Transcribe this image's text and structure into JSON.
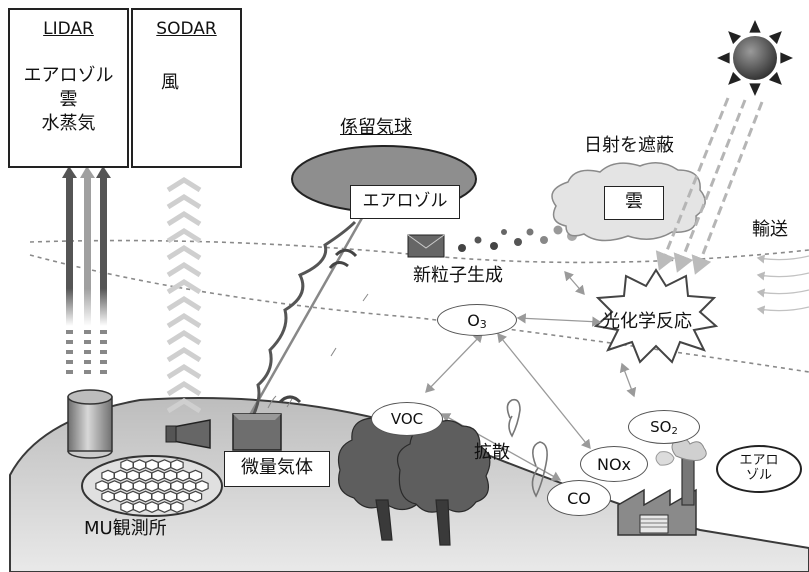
{
  "instruments": {
    "lidar": {
      "title": "LIDAR",
      "items": [
        "エアロゾル",
        "雲",
        "水蒸気"
      ]
    },
    "sodar": {
      "title": "SODAR",
      "items": [
        "風"
      ]
    }
  },
  "balloon": {
    "title": "係留気球",
    "payload": "エアロゾル"
  },
  "labels": {
    "solar": "日射を遮蔽",
    "cloud": "雲",
    "transport": "輸送",
    "new_particle": "新粒子生成",
    "photochem": "光化学反応",
    "diffusion": "拡散",
    "trace_gas": "微量気体",
    "observatory": "MU観測所"
  },
  "species": {
    "o3": "O",
    "o3_sub": "3",
    "voc": "VOC",
    "so2": "SO",
    "so2_sub": "2",
    "nox": "NOx",
    "co": "CO",
    "aerosol_line1": "エアロ",
    "aerosol_line2": "ゾル"
  },
  "colors": {
    "ground": "#cfcfcf",
    "ground_edge": "#3a3a3a",
    "cloud": "#e4e4e4",
    "balloon": "#8e8e8e",
    "sun": "#5a5a5a",
    "trees": "#5e5e5e",
    "arrow": "#9a9a9a"
  }
}
